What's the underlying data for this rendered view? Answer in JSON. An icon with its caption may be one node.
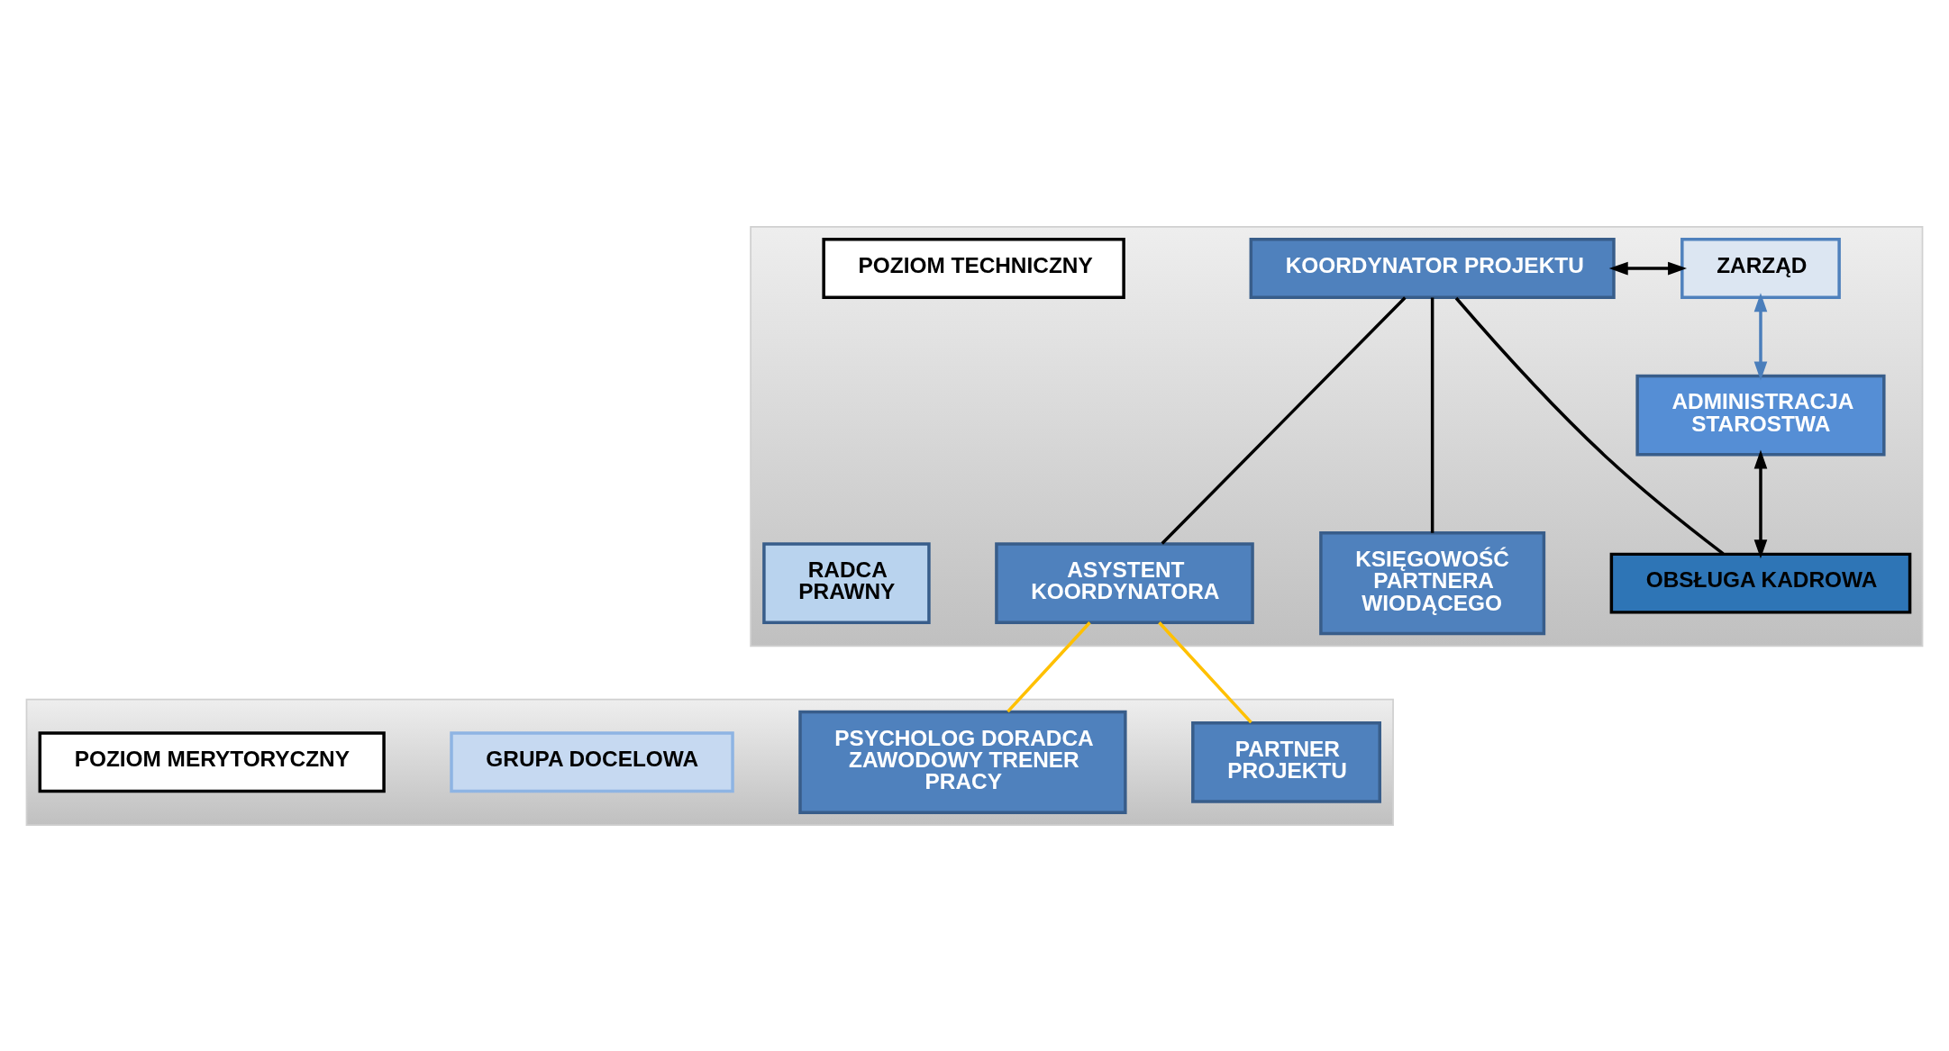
{
  "diagram": {
    "nodes": [
      {
        "text": [],
        "shape": "box"
      },
      {
        "text": [
          "KOORDYNATOR PROJEKTU"
        ],
        "in": 0
      },
      {
        "text": [
          "ZARZĄD"
        ],
        "in": 0
      },
      {
        "text": [
          "POZIOM TECHNICZNY"
        ],
        "in": 0
      },
      {
        "text": [
          "ADMINISTRACJA STAROSTWA"
        ],
        "in": 0
      },
      {
        "text": [
          "ASYSTENT KOORDYNATORA"
        ],
        "in": 0
      },
      {
        "text": [
          "KSIĘGOWOŚĆ PARTNERA WIODĄCEGO"
        ],
        "in": 0
      },
      {
        "text": [
          "OBSŁUGA KADROWA"
        ],
        "in": 0
      },
      {
        "text": [
          "RADCA PRAWNY"
        ],
        "in": 0
      },
      {
        "text": [],
        "shape": "box"
      },
      {
        "text": [
          "PARTNER PROJEKTU"
        ],
        "in": 9
      },
      {
        "text": [
          "PSYCHOLOG DORADCA ZAWODOWY TRENER PRACY"
        ],
        "in": 9
      },
      {
        "text": [
          "GRUPA DOCELOWA"
        ],
        "in": 9
      },
      {
        "text": [
          "POZIOM MERYTORYCZNY"
        ],
        "in": 9
      }
    ],
    "edges": [
      {
        "from": 1,
        "to": 2,
        "arrow": "both"
      },
      {
        "from": 2,
        "to": 4,
        "arrow": "both",
        "color": "#4a7ebb"
      },
      {
        "from": 4,
        "to": 7,
        "arrow": "both"
      },
      {
        "from": 1,
        "to": 5,
        "arrow": "none"
      },
      {
        "from": 1,
        "to": 6,
        "arrow": "none"
      },
      {
        "from": 1,
        "to": 7,
        "arrow": "none"
      },
      {
        "from": 5,
        "to": 10,
        "arrow": "none",
        "color": "#ffc000"
      },
      {
        "from": 5,
        "to": 11,
        "arrow": "none",
        "color": "#ffc000"
      }
    ]
  }
}
